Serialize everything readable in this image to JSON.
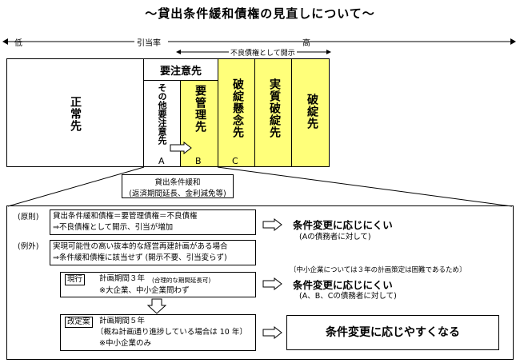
{
  "title": "～貸出条件緩和債権の見直しについて～",
  "scale": {
    "low": "低",
    "label": "引当率",
    "high": "高"
  },
  "disclosure_label": "不良債権として開示",
  "caution_header": "要注意先",
  "categories": {
    "normal": "正常先",
    "other": "その他要注意先",
    "managed": "要管理先",
    "doubtful": "破綻懸念先",
    "defacto": "実質破綻先",
    "bankrupt": "破綻先"
  },
  "letters": {
    "a": "A",
    "b": "B",
    "c": "C"
  },
  "relief_box": {
    "line1": "貸出条件緩和",
    "line2": "(返済期間延長、金利減免等)"
  },
  "principle": {
    "tag": "(原則)",
    "line1": "貸出条件緩和債権＝要管理債権＝不良債権",
    "line2": "⇒不良債権として開示、引当が増加",
    "result": "条件変更に応じにくい",
    "note": "(Aの債務者に対して)"
  },
  "exception": {
    "tag": "(例外)",
    "line1": "実現可能性の高い抜本的な経営再建計画がある場合",
    "line2": "⇒条件緩和債権に該当せず (開示不要、引当変らず)"
  },
  "current": {
    "tag": "現行",
    "line1_main": "計画期間３年",
    "line1_note": "(合理的な期間延長可)",
    "line2": "※大企業、中小企業問わず",
    "note_top": "〔中小企業については３年の計画策定は困難であるため〕",
    "result": "条件変更に応じにくい",
    "note": "(A、B、Cの債務者に対して)"
  },
  "revised": {
    "tag": "改定案",
    "line1": "計画期間５年",
    "line2": "〔概ね計画通り進捗している場合は 10 年〕",
    "line3": "※中小企業のみ",
    "result": "条件変更に応じやすくなる"
  },
  "colors": {
    "yellow": "#ffff7a"
  },
  "icons": {
    "arrow": "right-arrow",
    "down": "down-arrow"
  }
}
